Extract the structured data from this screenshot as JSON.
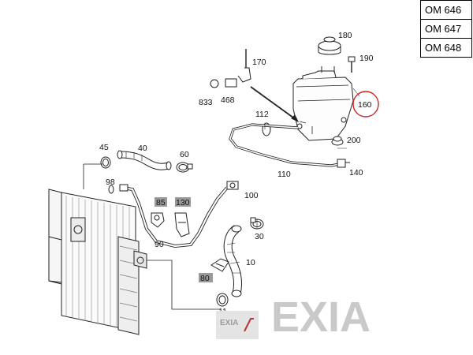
{
  "engine_codes": [
    "OM 646",
    "OM 647",
    "OM 648"
  ],
  "part_numbers": {
    "p10": "10",
    "p11": "11",
    "p30": "30",
    "p40": "40",
    "p45": "45",
    "p60": "60",
    "p80": "80",
    "p85": "85",
    "p90": "90",
    "p98": "98",
    "p100": "100",
    "p110": "110",
    "p112": "112",
    "p130": "130",
    "p140": "140",
    "p160": "160",
    "p170": "170",
    "p180": "180",
    "p190": "190",
    "p200": "200",
    "p468": "468",
    "p833": "833"
  },
  "highlight_color": "#d22222",
  "badge_color": "#9a9a9a",
  "watermark": {
    "text": "EXIA",
    "mini_text": "EXIA",
    "accent": "#c0303a"
  }
}
